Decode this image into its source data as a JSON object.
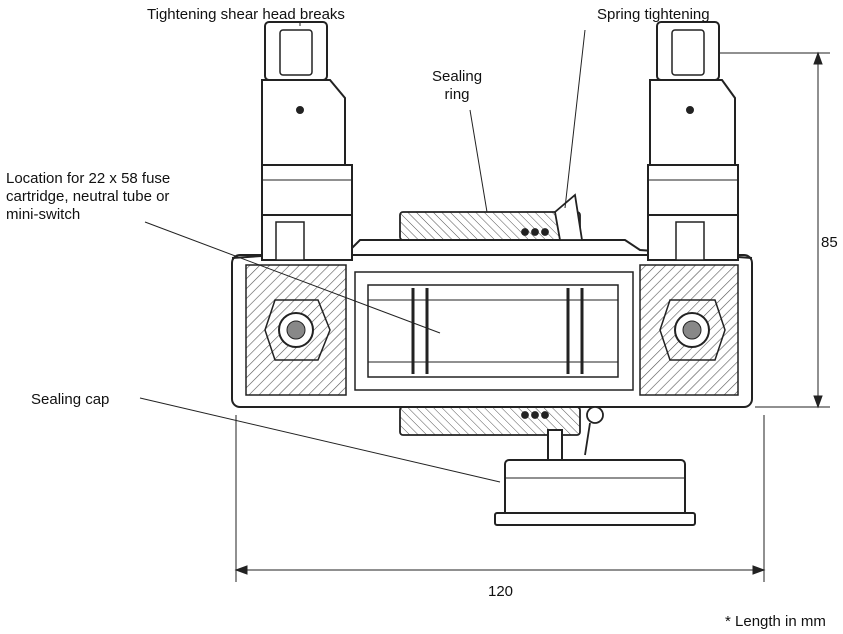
{
  "labels": {
    "shear_head": "Tightening shear head breaks",
    "spring": "Spring tightening",
    "sealing_ring": "Sealing\nring",
    "location": "Location for 22 x 58 fuse\ncartridge, neutral tube or\nmini-switch",
    "sealing_cap": "Sealing cap"
  },
  "dimensions": {
    "height": "85",
    "width": "120",
    "unit_note": "* Length in mm"
  },
  "colors": {
    "line": "#222222",
    "hatch": "#555555",
    "background": "#ffffff"
  }
}
